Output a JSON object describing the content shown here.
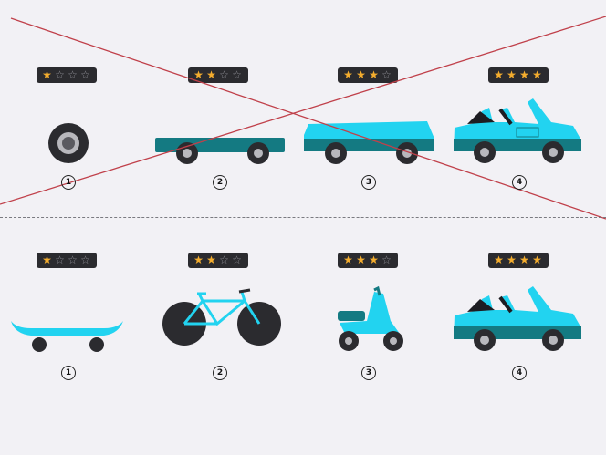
{
  "colors": {
    "background": "#f2f1f5",
    "vehicle_primary": "#22d3f0",
    "vehicle_dark": "#147a82",
    "tire": "#2b2b2f",
    "star_on": "#f4ad2e",
    "star_off": "#8d8d94",
    "cross_line": "#c0404a"
  },
  "rating_max": 4,
  "top_row": {
    "crossed_out": true,
    "stages": [
      {
        "step": "1",
        "rating": 1,
        "item": "wheel"
      },
      {
        "step": "2",
        "rating": 2,
        "item": "chassis"
      },
      {
        "step": "3",
        "rating": 3,
        "item": "car-body"
      },
      {
        "step": "4",
        "rating": 4,
        "item": "convertible-car"
      }
    ]
  },
  "bottom_row": {
    "crossed_out": false,
    "stages": [
      {
        "step": "1",
        "rating": 1,
        "item": "skateboard"
      },
      {
        "step": "2",
        "rating": 2,
        "item": "bicycle"
      },
      {
        "step": "3",
        "rating": 3,
        "item": "scooter"
      },
      {
        "step": "4",
        "rating": 4,
        "item": "convertible-car"
      }
    ]
  },
  "icons": {
    "star_filled": "star-filled-icon",
    "star_empty": "star-empty-icon"
  }
}
